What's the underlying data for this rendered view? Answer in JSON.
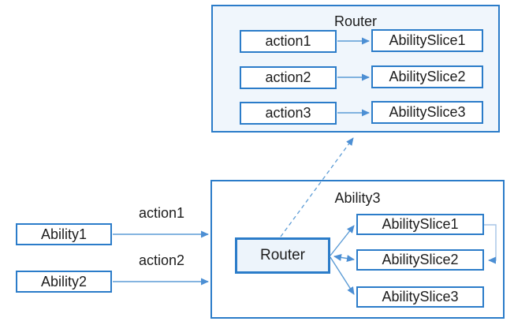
{
  "diagram": {
    "top_group": {
      "title": "Router",
      "rows": [
        {
          "action": "action1",
          "slice": "AbilitySlice1"
        },
        {
          "action": "action2",
          "slice": "AbilitySlice2"
        },
        {
          "action": "action3",
          "slice": "AbilitySlice3"
        }
      ]
    },
    "left_abilities": [
      {
        "label": "Ability1",
        "arrow_label": "action1"
      },
      {
        "label": "Ability2",
        "arrow_label": "action2"
      }
    ],
    "ability3_group": {
      "title": "Ability3",
      "router_label": "Router",
      "slices": [
        "AbilitySlice1",
        "AbilitySlice2",
        "AbilitySlice3"
      ]
    },
    "colors": {
      "box_border": "#2b7cc9",
      "group_fill": "#f0f6fc",
      "router_fill": "#edf4fb",
      "arrow": "#5b9bd5",
      "loop_line": "#a5c4e6",
      "text": "#1d1d1d"
    }
  }
}
